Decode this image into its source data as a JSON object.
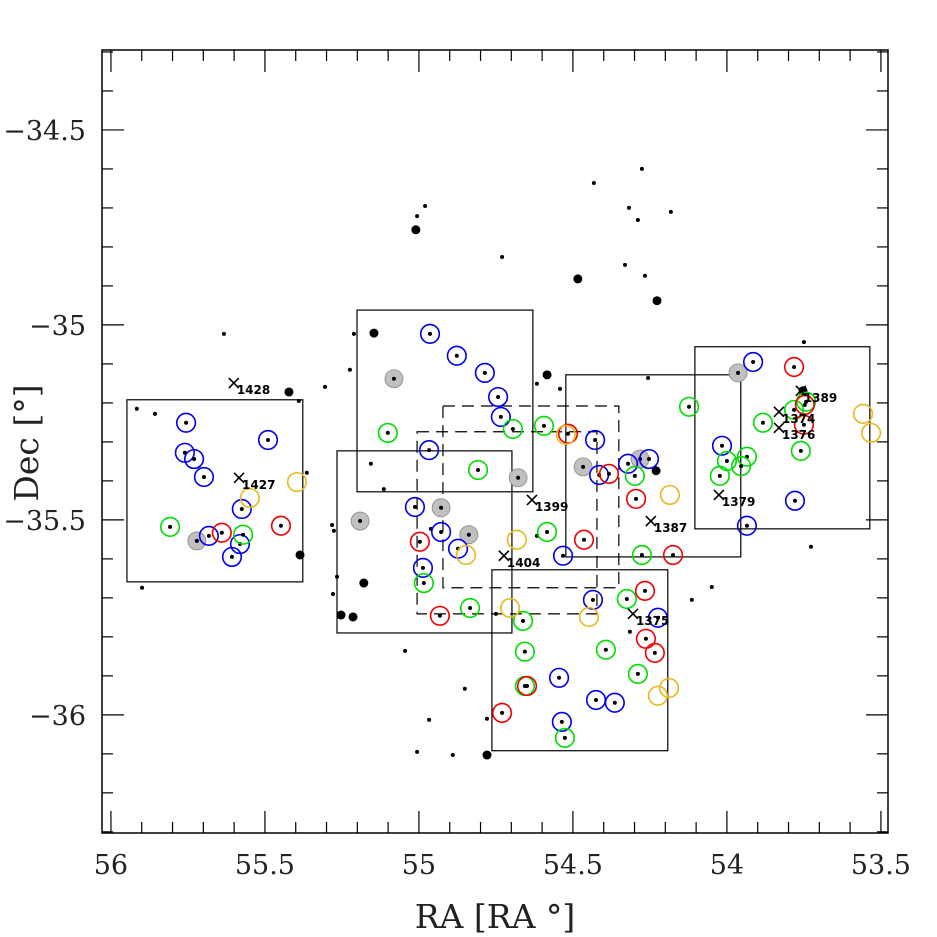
{
  "chart_data": {
    "type": "scatter",
    "xlabel": "RA [RA °]",
    "ylabel": "Dec [°]",
    "xlim": [
      56.029,
      53.477
    ],
    "ylim": [
      -34.295,
      -36.303
    ],
    "x_inverted": true,
    "grid": false,
    "x_ticks": [
      "56",
      "55.5",
      "55",
      "54.5",
      "54",
      "53.5"
    ],
    "x_tick_values": [
      56,
      55.5,
      55,
      54.5,
      54,
      53.5
    ],
    "y_ticks": [
      "−34.5",
      "−35",
      "−35.5",
      "−36"
    ],
    "y_tick_values": [
      -34.5,
      -35,
      -35.5,
      -36
    ],
    "colors": {
      "blue": "#0000ee",
      "green": "#00dd00",
      "red": "#ee0000",
      "yellow": "#e8b820",
      "grey": "#c0c0c0",
      "black": "#000000"
    },
    "fields_solid": [
      [
        55.948,
        55.377,
        -35.192,
        -35.659
      ],
      [
        55.201,
        54.63,
        -34.962,
        -35.428
      ],
      [
        55.266,
        54.698,
        -35.323,
        -35.79
      ],
      [
        54.523,
        53.955,
        -35.128,
        -35.595
      ],
      [
        54.104,
        53.536,
        -35.056,
        -35.523
      ],
      [
        54.763,
        54.192,
        -35.628,
        -36.092
      ]
    ],
    "fields_dashed": [
      [
        55.006,
        54.422,
        -35.274,
        -35.741
      ],
      [
        54.922,
        54.351,
        -35.208,
        -35.674
      ]
    ],
    "crosses": [
      {
        "label": "1428",
        "ra": 55.601,
        "dec": -35.149
      },
      {
        "label": "1427",
        "ra": 55.584,
        "dec": -35.392
      },
      {
        "label": "1399",
        "ra": 54.633,
        "dec": -35.449
      },
      {
        "label": "1404",
        "ra": 54.724,
        "dec": -35.592
      },
      {
        "label": "1387",
        "ra": 54.247,
        "dec": -35.503
      },
      {
        "label": "1375",
        "ra": 54.305,
        "dec": -35.741
      },
      {
        "label": "1379",
        "ra": 54.026,
        "dec": -35.436
      },
      {
        "label": "1389",
        "ra": 53.76,
        "dec": -35.169
      },
      {
        "label": "1374",
        "ra": 53.831,
        "dec": -35.223
      },
      {
        "label": "1376",
        "ra": 53.831,
        "dec": -35.264
      }
    ],
    "small_dots": [
      [
        54.276,
        -34.6
      ],
      [
        54.432,
        -34.636
      ],
      [
        54.98,
        -34.695
      ],
      [
        55.006,
        -34.721
      ],
      [
        54.318,
        -34.7
      ],
      [
        54.182,
        -34.71
      ],
      [
        54.289,
        -34.731
      ],
      [
        54.73,
        -34.826
      ],
      [
        54.331,
        -34.846
      ],
      [
        54.266,
        -34.874
      ],
      [
        55.633,
        -35.023
      ],
      [
        55.211,
        -35.023
      ],
      [
        55.224,
        -35.115
      ],
      [
        55.305,
        -35.159
      ],
      [
        54.617,
        -35.151
      ],
      [
        54.542,
        -35.164
      ],
      [
        54.256,
        -35.136
      ],
      [
        55.916,
        -35.215
      ],
      [
        55.857,
        -35.228
      ],
      [
        55.39,
        -35.195
      ],
      [
        55.364,
        -35.379
      ],
      [
        55.899,
        -35.674
      ],
      [
        55.282,
        -35.513
      ],
      [
        55.276,
        -35.528
      ],
      [
        55.266,
        -35.646
      ],
      [
        55.279,
        -35.69
      ],
      [
        55.156,
        -35.356
      ],
      [
        55.114,
        -35.421
      ],
      [
        54.961,
        -35.523
      ],
      [
        54.75,
        -35.741
      ],
      [
        54.617,
        -35.541
      ],
      [
        54.315,
        -35.787
      ],
      [
        54.114,
        -35.705
      ],
      [
        54.049,
        -35.672
      ],
      [
        53.727,
        -35.569
      ],
      [
        53.75,
        -35.044
      ],
      [
        55.045,
        -35.836
      ],
      [
        54.851,
        -35.933
      ],
      [
        54.967,
        -36.013
      ],
      [
        55.006,
        -36.095
      ],
      [
        54.89,
        -36.103
      ],
      [
        54.779,
        -36.01
      ]
    ],
    "big_dots": [
      [
        55.01,
        -34.756
      ],
      [
        54.484,
        -34.882
      ],
      [
        54.227,
        -34.938
      ],
      [
        55.146,
        -35.021
      ],
      [
        54.584,
        -35.128
      ],
      [
        55.422,
        -35.172
      ],
      [
        55.386,
        -35.59
      ],
      [
        54.23,
        -35.374
      ],
      [
        55.179,
        -35.662
      ],
      [
        55.253,
        -35.744
      ],
      [
        55.214,
        -35.749
      ],
      [
        54.779,
        -36.103
      ],
      [
        53.753,
        -35.169
      ]
    ],
    "grey_discs": [
      [
        55.721,
        -35.554
      ],
      [
        55.081,
        -35.138
      ],
      [
        54.678,
        -35.392
      ],
      [
        54.928,
        -35.469
      ],
      [
        55.191,
        -35.503
      ],
      [
        54.838,
        -35.538
      ],
      [
        54.467,
        -35.364
      ],
      [
        54.282,
        -35.344
      ],
      [
        53.964,
        -35.123
      ]
    ],
    "blue_circles": [
      [
        55.756,
        -35.251
      ],
      [
        55.49,
        -35.295
      ],
      [
        55.76,
        -35.328
      ],
      [
        55.73,
        -35.344
      ],
      [
        55.698,
        -35.39
      ],
      [
        55.575,
        -35.472
      ],
      [
        55.682,
        -35.541
      ],
      [
        55.581,
        -35.562
      ],
      [
        55.607,
        -35.595
      ],
      [
        54.964,
        -35.023
      ],
      [
        54.877,
        -35.079
      ],
      [
        54.786,
        -35.123
      ],
      [
        54.743,
        -35.185
      ],
      [
        54.734,
        -35.236
      ],
      [
        54.967,
        -35.321
      ],
      [
        55.013,
        -35.467
      ],
      [
        54.928,
        -35.531
      ],
      [
        54.873,
        -35.574
      ],
      [
        54.987,
        -35.623
      ],
      [
        54.435,
        -35.705
      ],
      [
        54.224,
        -35.751
      ],
      [
        54.545,
        -35.905
      ],
      [
        54.425,
        -35.962
      ],
      [
        54.364,
        -35.969
      ],
      [
        54.536,
        -36.018
      ],
      [
        54.428,
        -35.295
      ],
      [
        54.415,
        -35.385
      ],
      [
        54.321,
        -35.356
      ],
      [
        54.253,
        -35.344
      ],
      [
        54.532,
        -35.592
      ],
      [
        53.915,
        -35.095
      ],
      [
        54.016,
        -35.31
      ],
      [
        53.935,
        -35.515
      ],
      [
        53.779,
        -35.451
      ]
    ],
    "green_circles": [
      [
        55.808,
        -35.518
      ],
      [
        55.571,
        -35.538
      ],
      [
        54.695,
        -35.267
      ],
      [
        54.594,
        -35.259
      ],
      [
        55.101,
        -35.277
      ],
      [
        54.808,
        -35.372
      ],
      [
        54.984,
        -35.662
      ],
      [
        54.834,
        -35.726
      ],
      [
        54.662,
        -35.759
      ],
      [
        54.584,
        -35.531
      ],
      [
        54.325,
        -35.703
      ],
      [
        54.656,
        -35.838
      ],
      [
        54.393,
        -35.833
      ],
      [
        54.289,
        -35.895
      ],
      [
        54.656,
        -35.926
      ],
      [
        54.526,
        -36.059
      ],
      [
        54.299,
        -35.387
      ],
      [
        54.276,
        -35.59
      ],
      [
        54.123,
        -35.21
      ],
      [
        53.883,
        -35.251
      ],
      [
        53.782,
        -35.218
      ],
      [
        53.743,
        -35.197
      ],
      [
        53.76,
        -35.323
      ],
      [
        54.0,
        -35.349
      ],
      [
        53.935,
        -35.338
      ],
      [
        53.954,
        -35.362
      ],
      [
        54.023,
        -35.387
      ]
    ],
    "red_circles": [
      [
        55.448,
        -35.515
      ],
      [
        55.64,
        -35.533
      ],
      [
        54.997,
        -35.556
      ],
      [
        54.932,
        -35.746
      ],
      [
        54.266,
        -35.682
      ],
      [
        54.263,
        -35.805
      ],
      [
        54.234,
        -35.841
      ],
      [
        54.649,
        -35.926
      ],
      [
        54.73,
        -35.995
      ],
      [
        54.516,
        -35.279
      ],
      [
        54.383,
        -35.382
      ],
      [
        54.295,
        -35.446
      ],
      [
        54.464,
        -35.551
      ],
      [
        54.175,
        -35.59
      ],
      [
        53.782,
        -35.108
      ],
      [
        53.747,
        -35.205
      ],
      [
        53.75,
        -35.256
      ]
    ],
    "yellow_circles": [
      [
        55.396,
        -35.403
      ],
      [
        55.549,
        -35.444
      ],
      [
        54.847,
        -35.59
      ],
      [
        54.682,
        -35.551
      ],
      [
        54.704,
        -35.726
      ],
      [
        54.448,
        -35.749
      ],
      [
        54.523,
        -35.282
      ],
      [
        54.185,
        -35.436
      ],
      [
        54.224,
        -35.951
      ],
      [
        54.188,
        -35.931
      ],
      [
        53.558,
        -35.228
      ],
      [
        53.532,
        -35.277
      ]
    ]
  }
}
